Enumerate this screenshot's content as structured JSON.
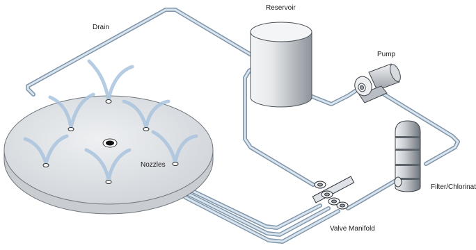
{
  "labels": {
    "drain": "Drain",
    "reservoir": "Reservoir",
    "pump": "Pump",
    "filter": "Filter/Chlorinator",
    "nozzles": "Nozzles",
    "manifold": "Valve Manifold"
  },
  "colors": {
    "pipe_outline": "#7f96aa",
    "pipe_fill": "#d9e4ee",
    "basin_top": "#e2e6ea",
    "basin_side": "#c9cdd2",
    "water": "#b9cfe4",
    "equipment_light": "#f2f3f5",
    "equipment_dark": "#8a9099"
  }
}
